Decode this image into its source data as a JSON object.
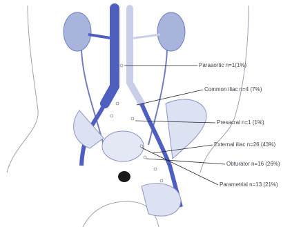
{
  "diagram": {
    "labels": {
      "paraaortic": "Paraaortic n=1(1%)",
      "common_iliac": "Common iliac n=4 (7%)",
      "presacral": "Presacral n=1 (1%)",
      "external_iliac": "External iliac n=26 (43%)",
      "obturator": "Obturator n=16 (26%)",
      "parametrial": "Parametrial n=13 (21%)"
    },
    "colors": {
      "vessel_blue": "#4f5fbf",
      "vessel_pale": "#c9cfe8",
      "kidney": "#a9b4dc",
      "bone": "#dde2f2",
      "lesion": "#1a1a1a",
      "leader": "#222222"
    }
  }
}
